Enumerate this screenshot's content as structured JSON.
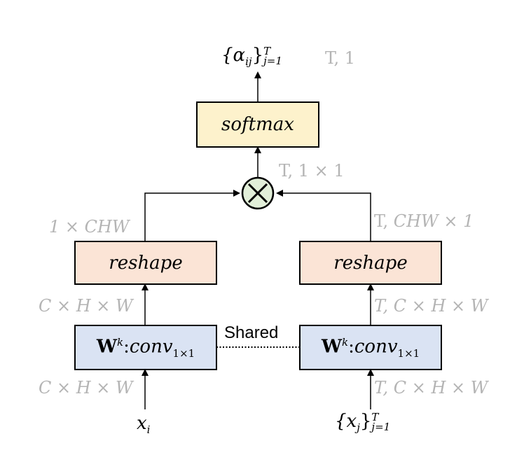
{
  "nodes": {
    "softmax": "softmax",
    "reshape_left": "reshape",
    "reshape_right": "reshape",
    "conv_left": {
      "w": "W",
      "k": "k",
      "colon": ":",
      "conv": "conv",
      "sub": "1×1"
    },
    "conv_right": {
      "w": "W",
      "k": "k",
      "colon": ":",
      "conv": "conv",
      "sub": "1×1"
    },
    "multiply": "⊗"
  },
  "labels": {
    "output_left": "{α",
    "output_ij": "ij",
    "output_right": "}",
    "output_sup": "T",
    "output_sub": "j=1",
    "output_shape": "T, 1",
    "mult_shape": "T, 1 × 1",
    "left_reshape_shape": "1 × CHW",
    "right_reshape_shape_a": "T, ",
    "right_reshape_shape_b": "CHW × 1",
    "left_conv_out": "C × H × W",
    "right_conv_out_a": "T, ",
    "right_conv_out_b": "C × H × W",
    "left_input_shape": "C × H × W",
    "right_input_shape_a": "T, ",
    "right_input_shape_b": "C × H × W",
    "shared": "Shared",
    "input_left": "x",
    "input_left_sub": "i",
    "input_right_a": "{x",
    "input_right_sub": "j",
    "input_right_b": "}",
    "input_right_sup": "T",
    "input_right_lower": "j=1"
  }
}
